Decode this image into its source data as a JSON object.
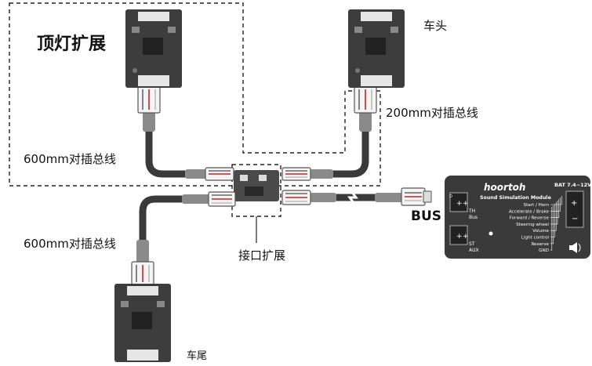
{
  "labels": {
    "roof_light_ext": "顶灯扩展",
    "front": "车头",
    "rear": "车尾",
    "cable_200": "200mm对插总线",
    "cable_600_top": "600mm对插总线",
    "cable_600_left": "600mm对插总线",
    "interface_ext": "接口扩展",
    "bus": "BUS"
  },
  "module": {
    "brand": "hoortoh",
    "battery": "BAT 7.4~12V",
    "name": "Sound Simulation Module",
    "port_th_top": "TH",
    "port_th_bottom": "Bus",
    "port_st_top": "ST",
    "port_st_bottom": "AUX",
    "port_d": "D",
    "functions": [
      "Start / Horn",
      "Accelerate / Brake",
      "Forward / Reverse",
      "Steering wheel",
      "Volume",
      "Light control",
      "Reserve",
      "GND"
    ]
  },
  "colors": {
    "board": "#3d3d3d",
    "cable": "#3a3a3a",
    "connector": "#8a8a8a",
    "wire_red": "#cc2222"
  }
}
